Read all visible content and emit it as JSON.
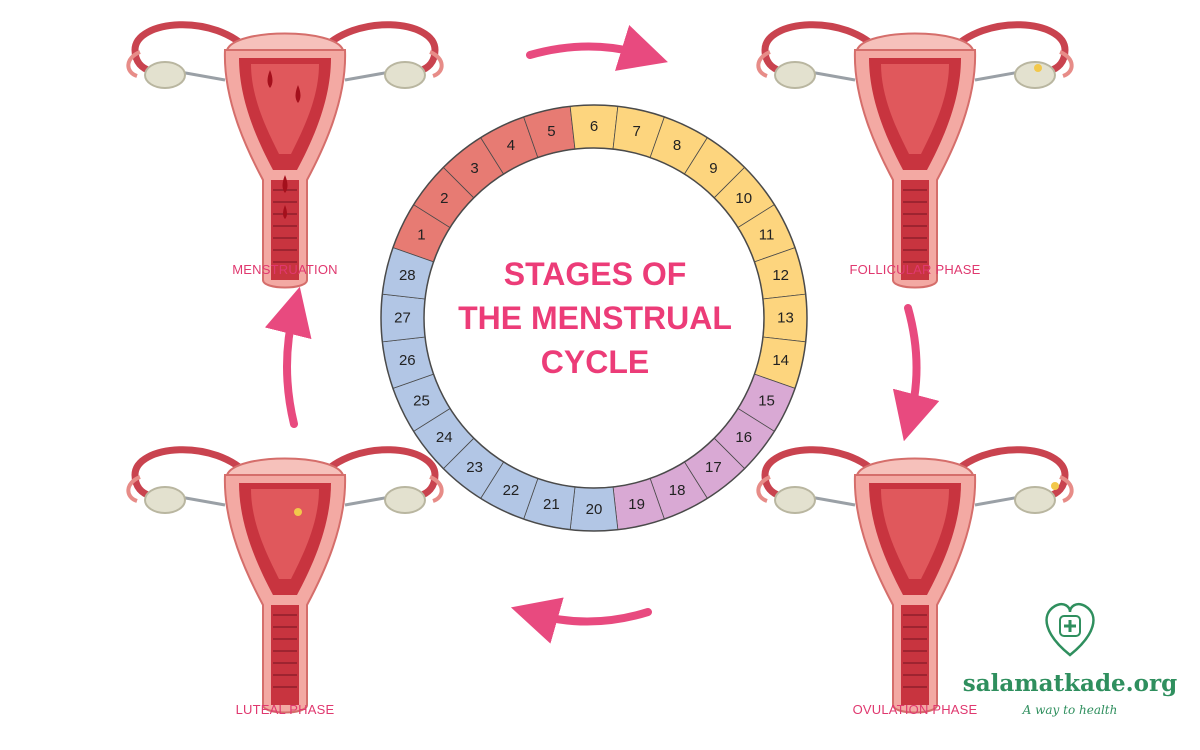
{
  "title": {
    "line1": "STAGES OF",
    "line2": "THE MENSTRUAL",
    "line3": "CYCLE"
  },
  "phases": {
    "menstruation": "MENSTRUATION",
    "follicular": "FOLLICULAR PHASE",
    "ovulation": "OVULATION PHASE",
    "luteal": "LUTEAL PHASE"
  },
  "cycle": {
    "days": [
      "1",
      "2",
      "3",
      "4",
      "5",
      "6",
      "7",
      "8",
      "9",
      "10",
      "11",
      "12",
      "13",
      "14",
      "15",
      "16",
      "17",
      "18",
      "19",
      "20",
      "21",
      "22",
      "23",
      "24",
      "25",
      "26",
      "27",
      "28"
    ],
    "segments": [
      {
        "from": 1,
        "to": 5,
        "color": "#e77b73"
      },
      {
        "from": 6,
        "to": 14,
        "color": "#fdd57e"
      },
      {
        "from": 15,
        "to": 19,
        "color": "#d9a9d4"
      },
      {
        "from": 20,
        "to": 28,
        "color": "#b2c6e5"
      }
    ]
  },
  "colors": {
    "accent": "#ec3c78",
    "arrow": "#e84a7f",
    "ring_stroke": "#4a4a4a",
    "logo": "#2f8f5e"
  },
  "logo": {
    "domain": "salamatkade.org",
    "tagline": "A way to health",
    "icon": "heart-medical-cross-icon"
  }
}
